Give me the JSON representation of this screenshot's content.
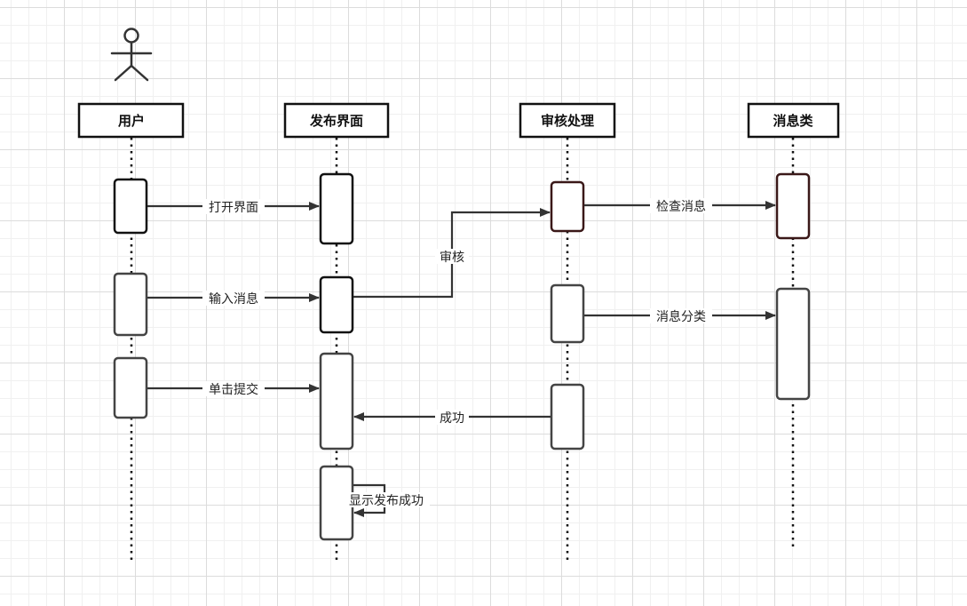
{
  "participants": [
    {
      "id": "user",
      "label": "用户"
    },
    {
      "id": "publish",
      "label": "发布界面"
    },
    {
      "id": "review",
      "label": "审核处理"
    },
    {
      "id": "message",
      "label": "消息类"
    }
  ],
  "messages": [
    {
      "id": "open",
      "from": "user",
      "to": "publish",
      "label": "打开界面"
    },
    {
      "id": "input",
      "from": "user",
      "to": "publish",
      "label": "输入消息"
    },
    {
      "id": "submit",
      "from": "user",
      "to": "publish",
      "label": "单击提交"
    },
    {
      "id": "review",
      "from": "publish",
      "to": "review",
      "label": "审核"
    },
    {
      "id": "check",
      "from": "review",
      "to": "message",
      "label": "检查消息"
    },
    {
      "id": "classify",
      "from": "review",
      "to": "message",
      "label": "消息分类"
    },
    {
      "id": "success",
      "from": "review",
      "to": "publish",
      "label": "成功"
    },
    {
      "id": "show",
      "from": "publish",
      "to": "publish",
      "label": "显示发布成功"
    }
  ]
}
